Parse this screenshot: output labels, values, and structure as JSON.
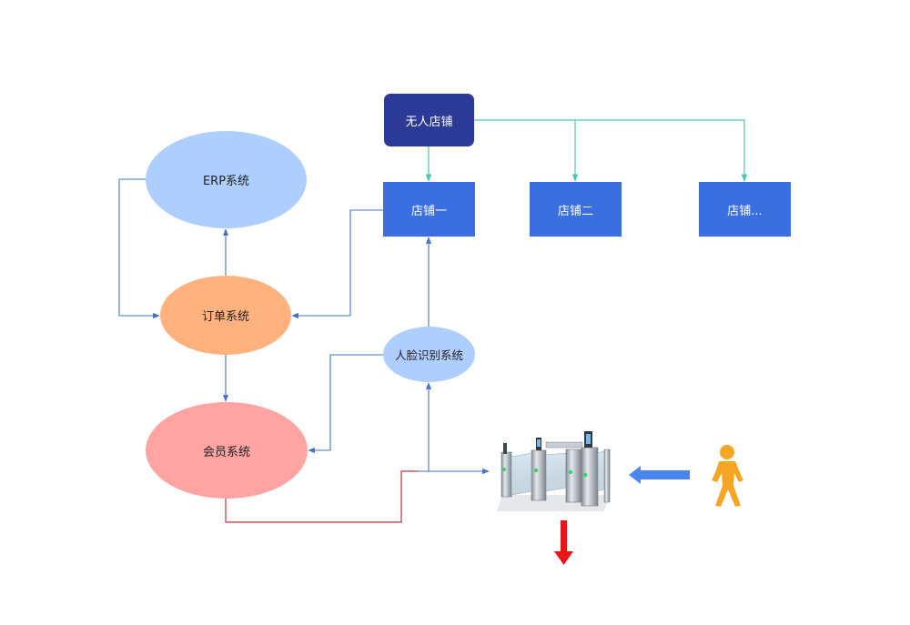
{
  "nodes": {
    "store_root": "无人店铺",
    "store_1": "店铺一",
    "store_2": "店铺二",
    "store_3": "店铺...",
    "erp": "ERP系统",
    "order": "订单系统",
    "member": "会员系统",
    "face": "人脸识别系统"
  },
  "colors": {
    "store_root": "#2B3A96",
    "store": "#3B6FE0",
    "erp": "#ADCEFF",
    "order": "#FFB27E",
    "member": "#FFA3A3",
    "face": "#ADCEFF",
    "teal_line": "#4DC7B8",
    "blue_line": "#4472C4",
    "red_line": "#C0343F",
    "person": "#F5A623",
    "entry_arrow": "#4A86F0",
    "exit_arrow": "#E8141A"
  },
  "icons": [
    "turnstile-gate-icon",
    "person-icon",
    "entry-arrow-icon",
    "exit-arrow-icon"
  ]
}
